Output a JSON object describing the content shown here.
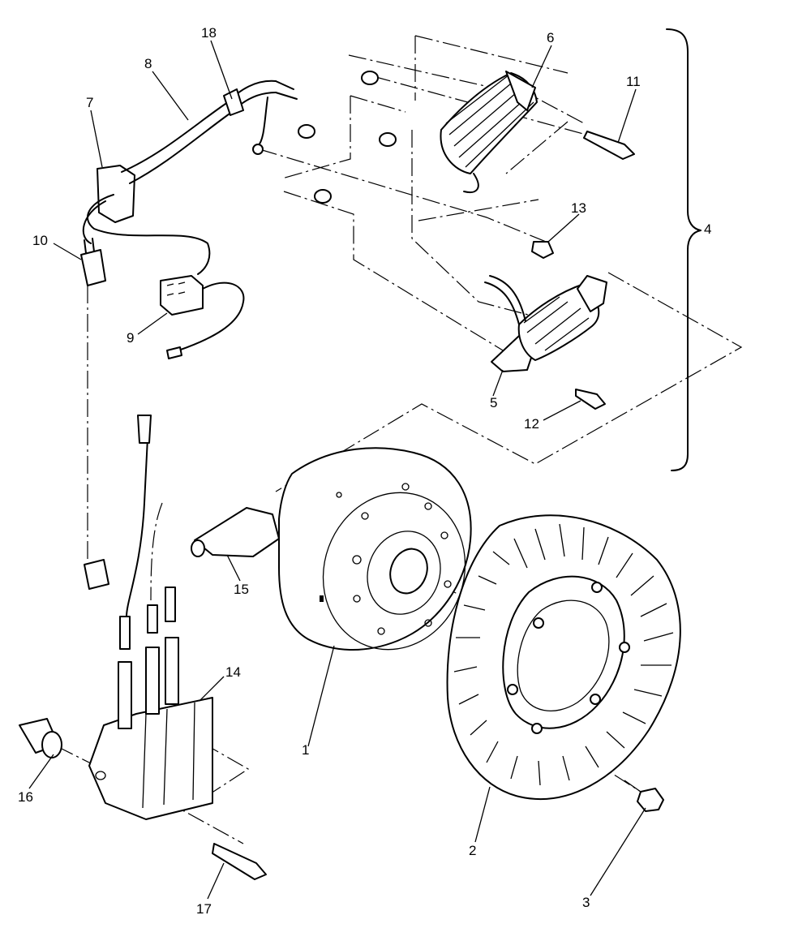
{
  "labels": {
    "p1": "1",
    "p2": "2",
    "p3": "3",
    "p4": "4",
    "p5": "5",
    "p6": "6",
    "p7": "7",
    "p8": "8",
    "p9": "9",
    "p10": "10",
    "p11": "11",
    "p12": "12",
    "p13": "13",
    "p14": "14",
    "p15": "15",
    "p16": "16",
    "p17": "17",
    "p18": "18"
  }
}
